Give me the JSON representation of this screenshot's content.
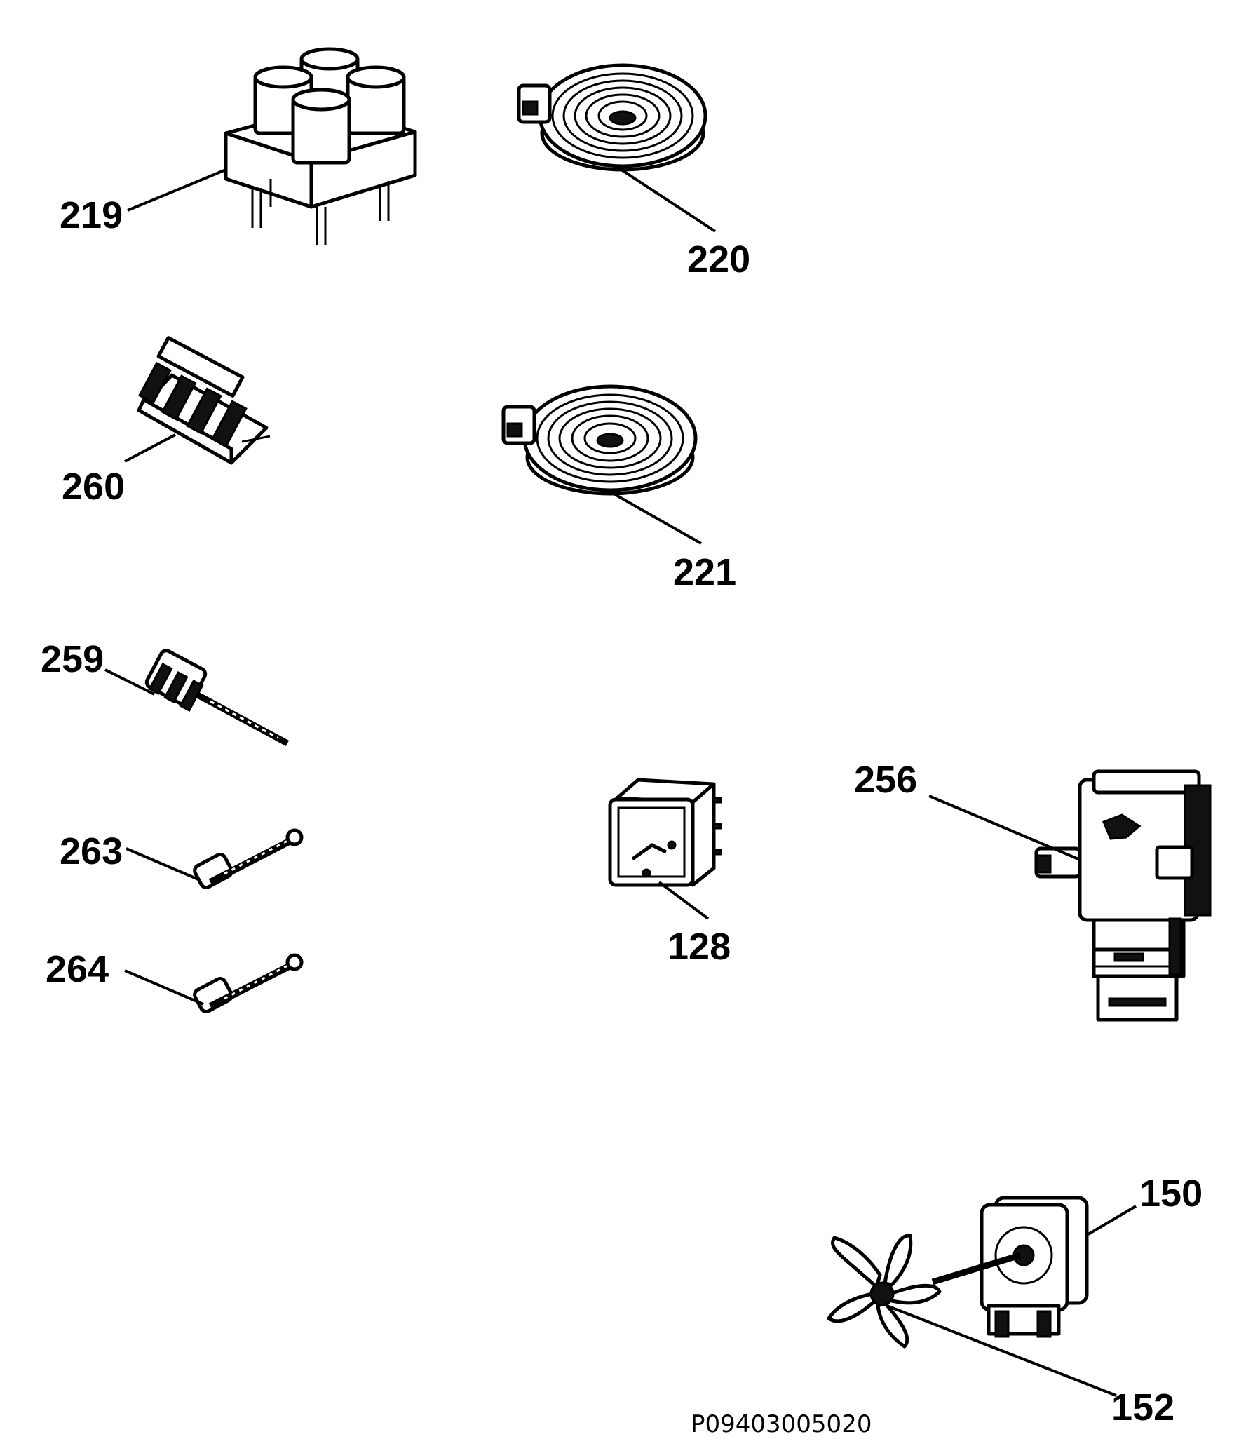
{
  "callouts": {
    "c219": "219",
    "c220": "220",
    "c260": "260",
    "c221": "221",
    "c259": "259",
    "c256": "256",
    "c263": "263",
    "c128": "128",
    "c264": "264",
    "c150": "150",
    "c152": "152"
  },
  "doc_id": "P09403005020"
}
